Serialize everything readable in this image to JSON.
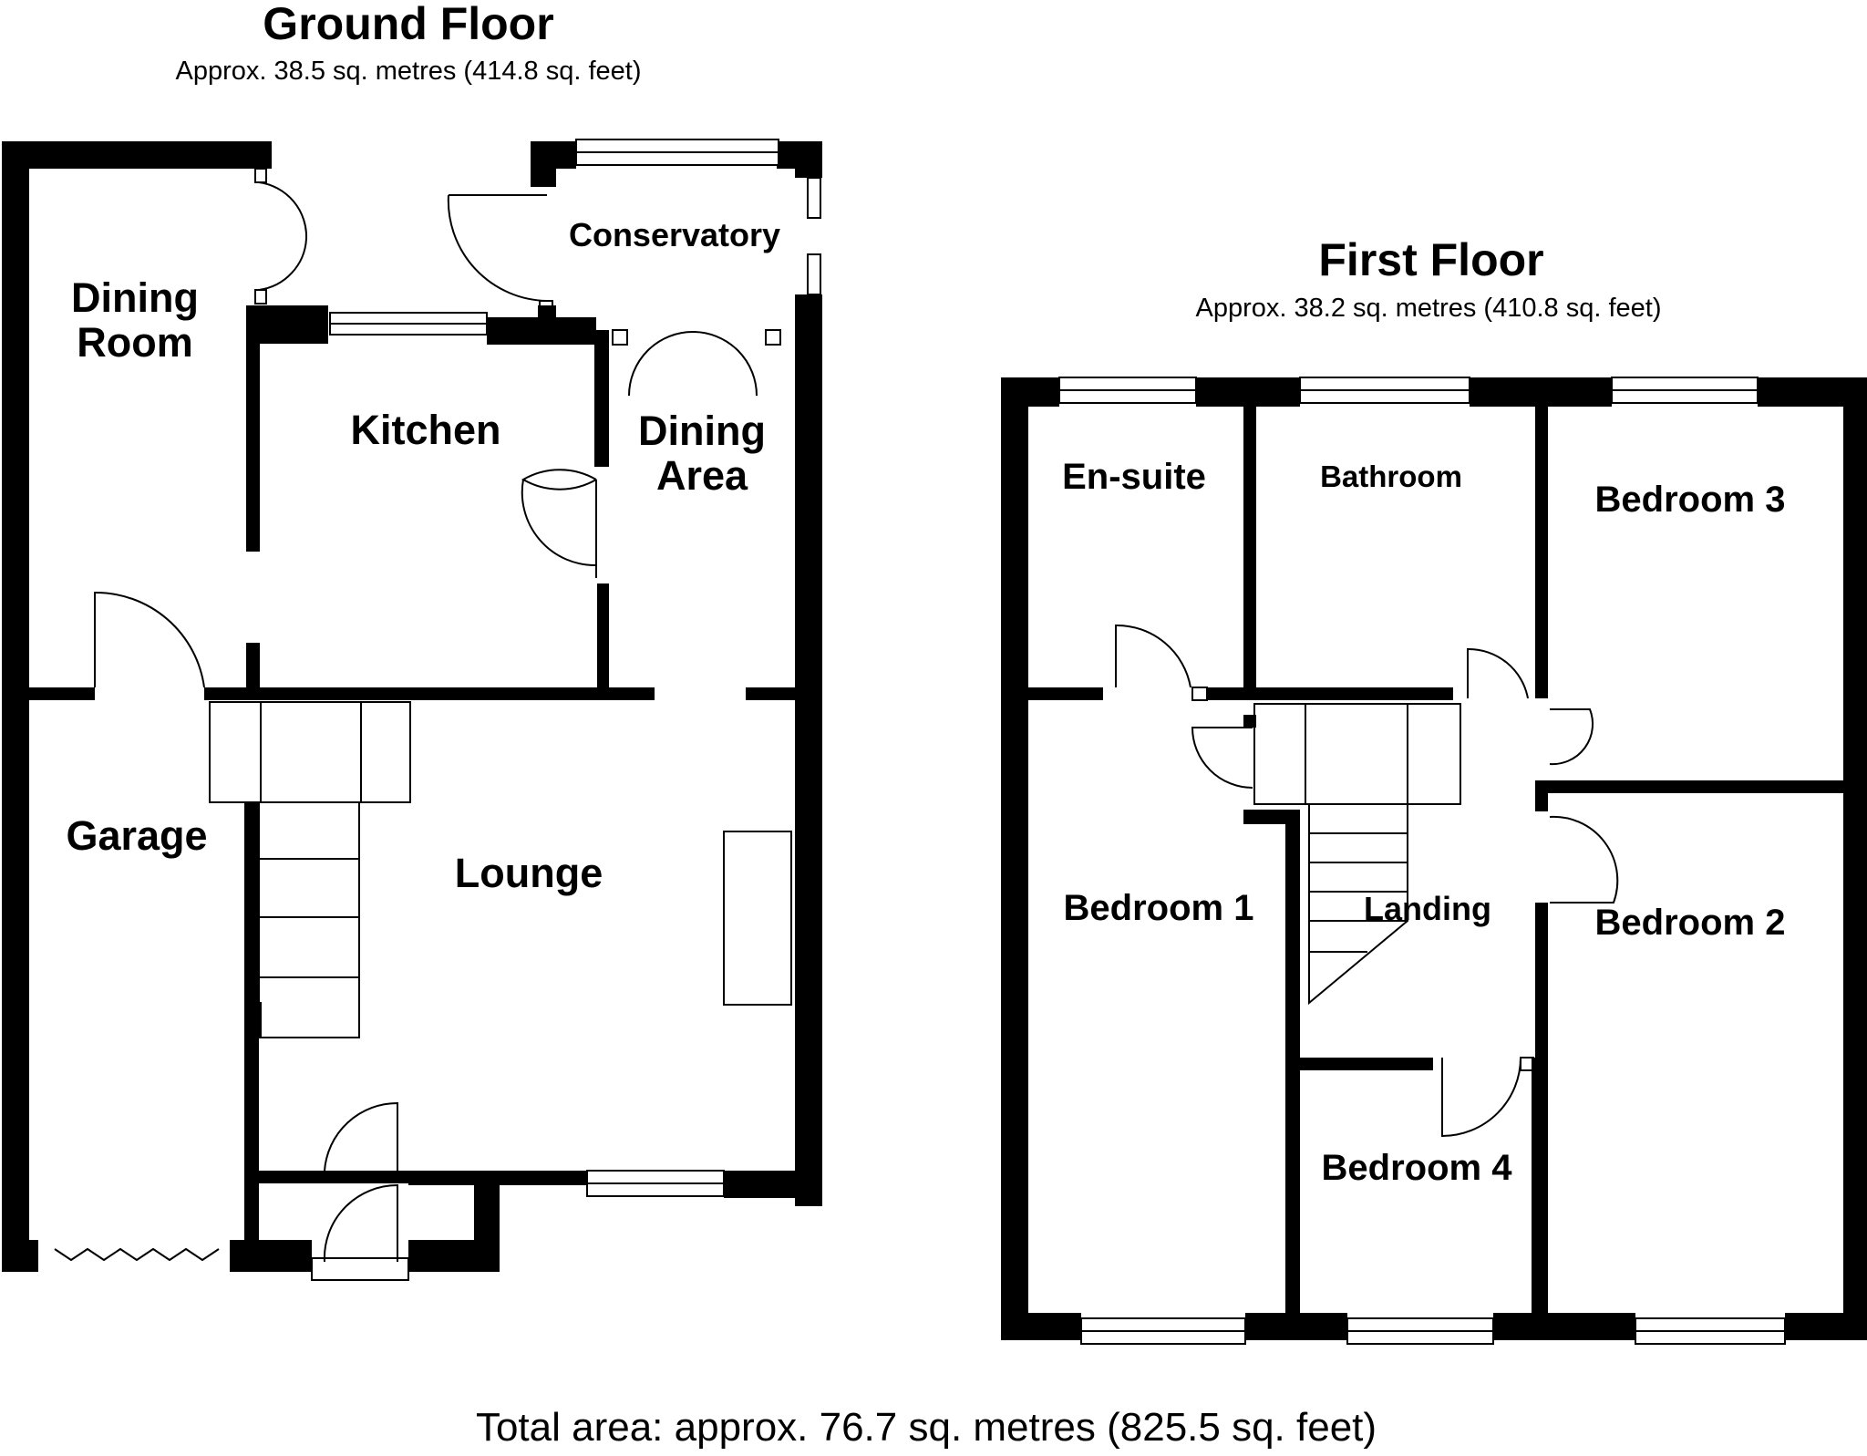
{
  "ground_floor": {
    "title": "Ground Floor",
    "area": "Approx. 38.5 sq. metres (414.8 sq. feet)",
    "rooms": {
      "dining_room_line1": "Dining",
      "dining_room_line2": "Room",
      "kitchen": "Kitchen",
      "conservatory": "Conservatory",
      "dining_area_line1": "Dining",
      "dining_area_line2": "Area",
      "garage": "Garage",
      "lounge": "Lounge"
    }
  },
  "first_floor": {
    "title": "First Floor",
    "area": "Approx. 38.2 sq. metres (410.8 sq. feet)",
    "rooms": {
      "en_suite": "En-suite",
      "bathroom": "Bathroom",
      "bedroom_3": "Bedroom 3",
      "bedroom_1": "Bedroom 1",
      "landing": "Landing",
      "bedroom_2": "Bedroom 2",
      "bedroom_4": "Bedroom 4"
    }
  },
  "total_area": "Total area: approx. 76.7 sq. metres (825.5 sq. feet)"
}
